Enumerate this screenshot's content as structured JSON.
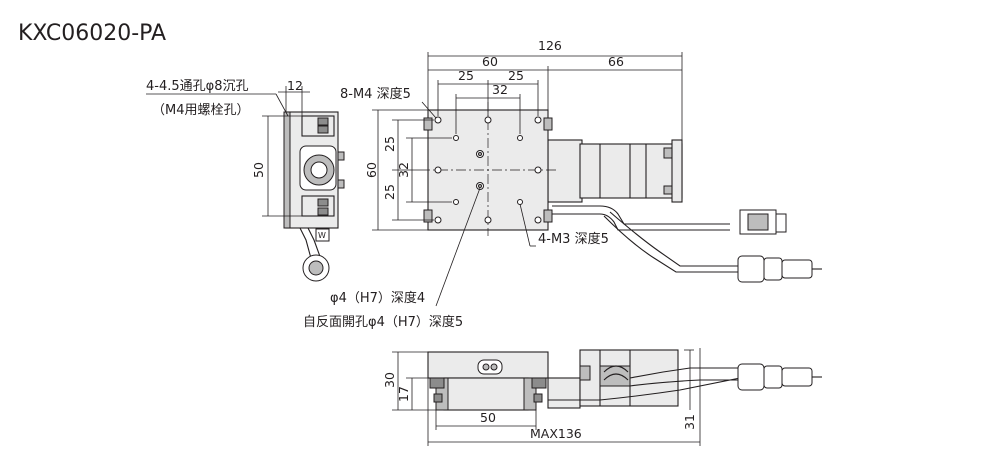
{
  "title": "KXC06020-PA",
  "notes": {
    "counterbore": "4-4.5通孔φ8沉孔",
    "counterbore_bolt": "（M4用螺栓孔）",
    "m4_holes": "8-M4 深度5",
    "m3_holes": "4-M3 深度5",
    "pin_hole": "φ4（H7）深度4",
    "back_pin_hole": "自反面開孔φ4（H7）深度5"
  },
  "dimensions": {
    "total_length": "126",
    "stage_width": "60",
    "motor_length": "66",
    "pitch_left": "25",
    "pitch_right": "25",
    "inner_pitch": "32",
    "side_width": "12",
    "side_height": "50",
    "stage_height": "60",
    "v_pitch_top": "25",
    "v_pitch_bottom": "25",
    "v_inner_pitch": "32",
    "front_height": "30",
    "front_lower": "17",
    "front_base": "50",
    "front_max": "MAX136",
    "front_cable": "31"
  }
}
